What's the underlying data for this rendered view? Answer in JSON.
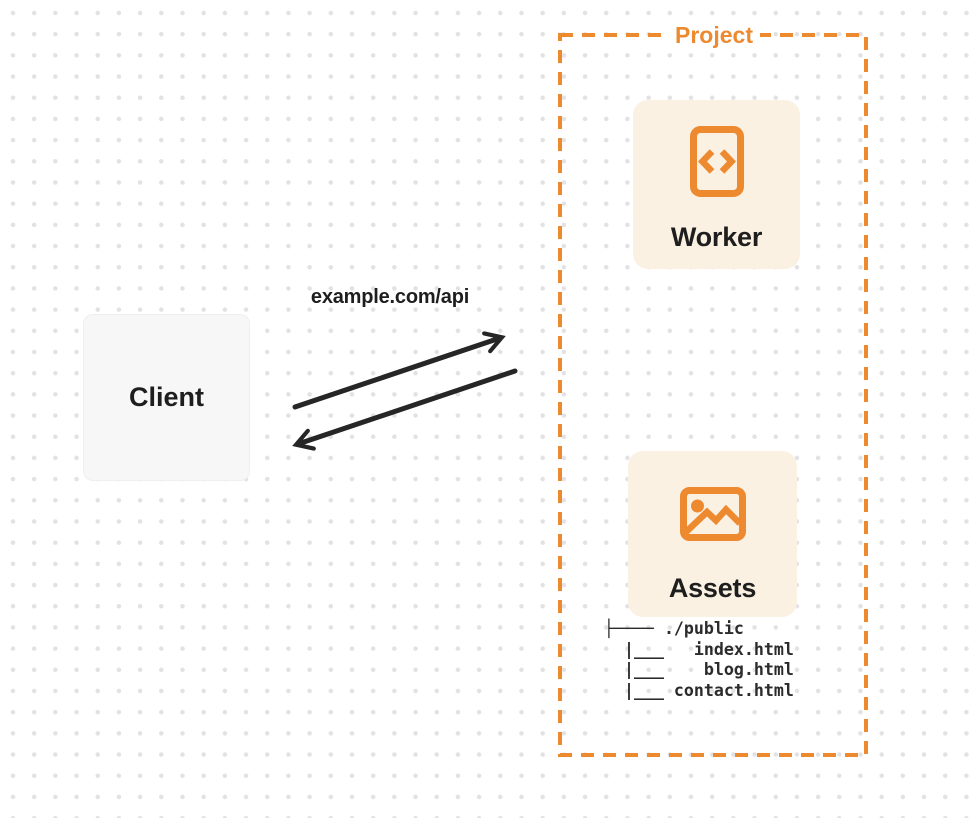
{
  "colors": {
    "accent": "#ED8A2F",
    "card_fill": "#FBF1E2",
    "client_fill": "#F7F7F8",
    "arrow": "#262626",
    "text": "#1E1E1E",
    "dot": "#E2E2E5",
    "background": "#FFFFFF",
    "tree_text": "#2B2B2B"
  },
  "client": {
    "label": "Client"
  },
  "request": {
    "label": "example.com/api"
  },
  "project": {
    "label": "Project",
    "worker": {
      "label": "Worker",
      "icon": "code-file-icon"
    },
    "assets": {
      "label": "Assets",
      "icon": "image-icon"
    },
    "file_tree": [
      "├──── ./public",
      "  |___   index.html",
      "  |___    blog.html",
      "  |___ contact.html"
    ]
  }
}
